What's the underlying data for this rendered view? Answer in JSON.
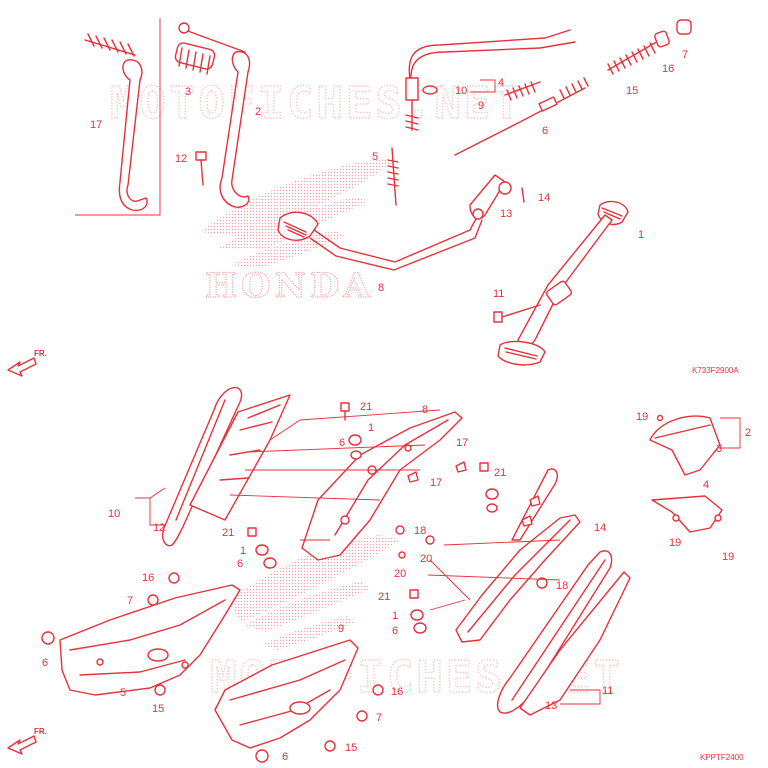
{
  "watermarks": {
    "top": "MOTOFICHES.NET",
    "bottom": "MOTOFICHES.NET",
    "brand": "HONDA"
  },
  "direction_marks": [
    "FR.",
    "FR."
  ],
  "diagram_codes": {
    "upper": "K733F2900A",
    "lower": "KPPTF2400"
  },
  "callouts": {
    "upper": [
      "17",
      "3",
      "2",
      "12",
      "5",
      "4",
      "10",
      "9",
      "6",
      "16",
      "7",
      "15",
      "13",
      "14",
      "8",
      "1",
      "11"
    ],
    "lower": [
      "21",
      "1",
      "6",
      "8",
      "17",
      "21",
      "17",
      "10",
      "12",
      "21",
      "1",
      "6",
      "18",
      "20",
      "14",
      "20",
      "18",
      "21",
      "1",
      "6",
      "16",
      "7",
      "9",
      "6",
      "5",
      "15",
      "16",
      "7",
      "6",
      "15",
      "11",
      "13",
      "19",
      "3",
      "2",
      "4",
      "19",
      "19"
    ]
  },
  "colors": {
    "line": "#e8303a",
    "watermark": "#f7c9cc",
    "background": "#ffffff"
  }
}
